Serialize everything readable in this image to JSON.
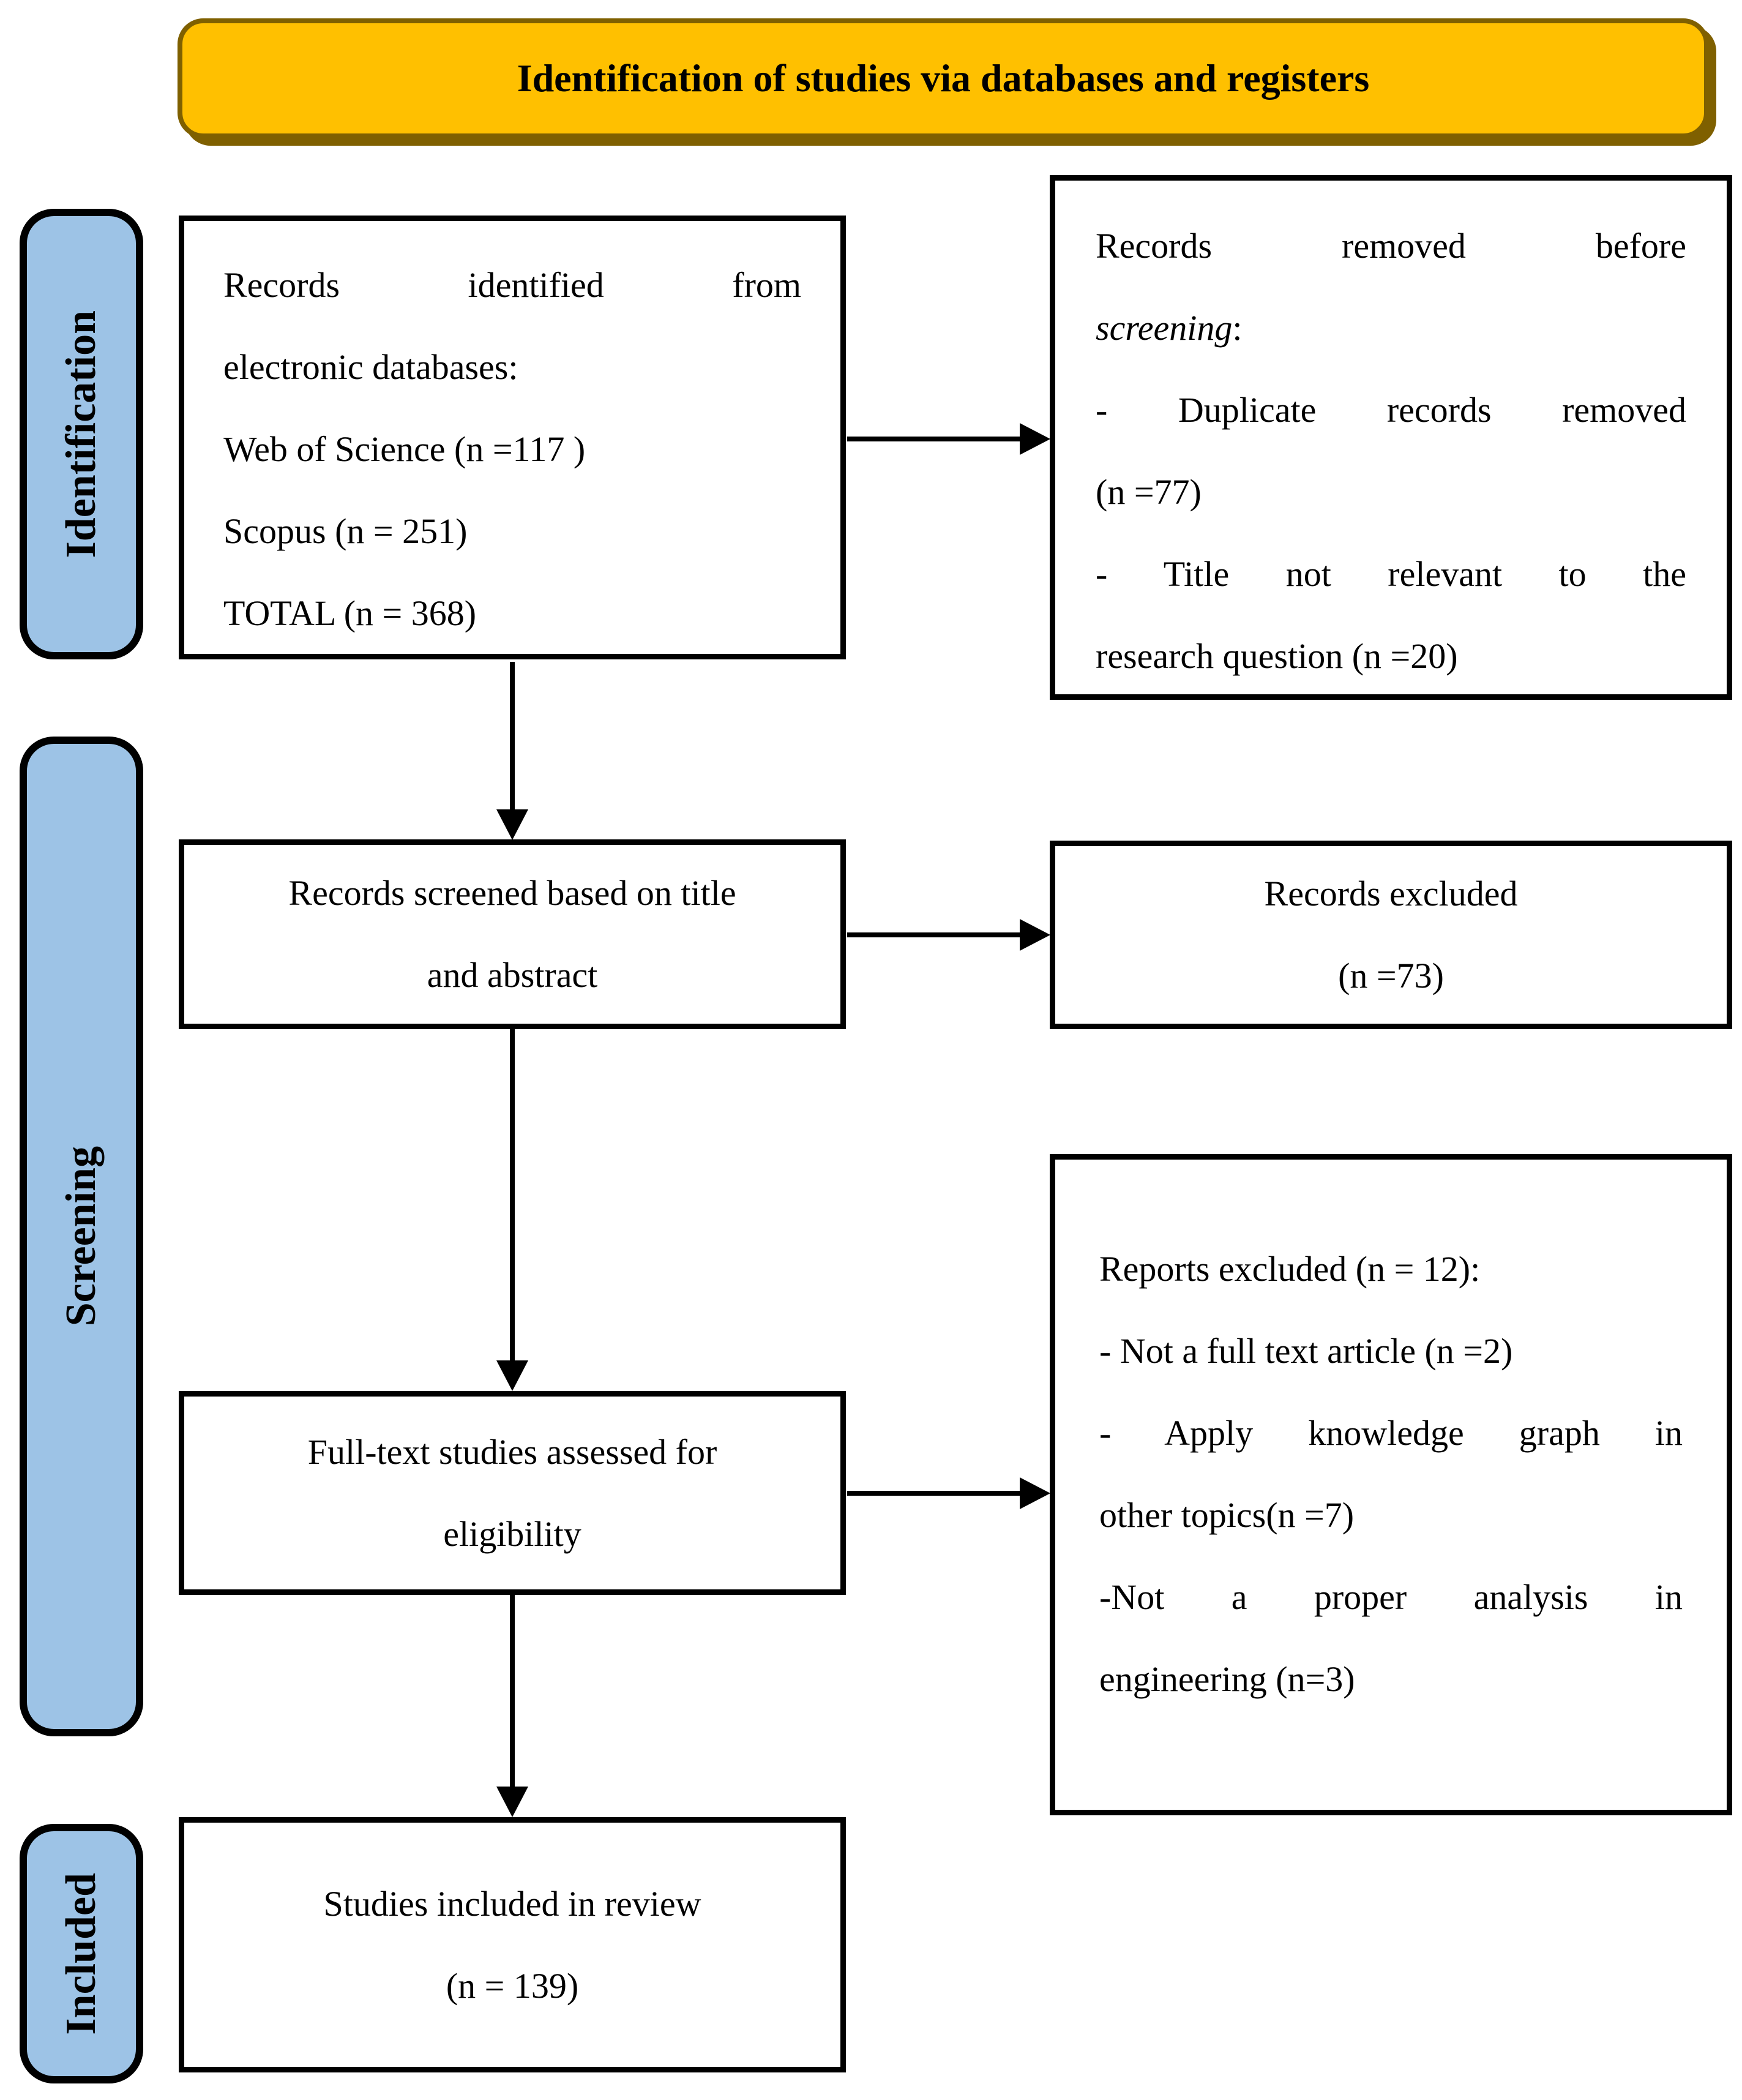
{
  "header": {
    "title": "Identification of studies via databases and registers"
  },
  "sidebar": {
    "identification": "Identification",
    "screening": "Screening",
    "included": "Included"
  },
  "boxes": {
    "records_identified": {
      "lines": [
        "Records identified from",
        "electronic databases:",
        "Web of Science (n =117 )",
        "Scopus (n = 251)",
        "TOTAL (n = 368)"
      ]
    },
    "records_removed": {
      "line1": "Records removed before",
      "italic_word": "screening",
      "colon": ":",
      "lines": [
        "- Duplicate records removed",
        "(n =77)",
        "- Title not relevant to the",
        "research question (n =20)"
      ]
    },
    "records_screened": {
      "lines": [
        "Records screened based on title",
        "and abstract"
      ]
    },
    "records_excluded": {
      "lines": [
        "Records excluded",
        "(n =73)"
      ]
    },
    "fulltext_assessed": {
      "lines": [
        "Full-text studies assessed for",
        "eligibility"
      ]
    },
    "reports_excluded": {
      "lines": [
        "Reports excluded (n = 12):",
        "- Not a full text article (n =2)",
        "- Apply knowledge graph in",
        "other topics(n =7)",
        "-Not a proper analysis in",
        "engineering (n=3)"
      ]
    },
    "studies_included": {
      "lines": [
        "Studies included in review",
        "(n = 139)"
      ]
    }
  },
  "colors": {
    "header_fill": "#FFC000",
    "header_border": "#7F6000",
    "sidebar_fill": "#9DC3E6",
    "box_border": "#000000",
    "arrow": "#000000"
  }
}
